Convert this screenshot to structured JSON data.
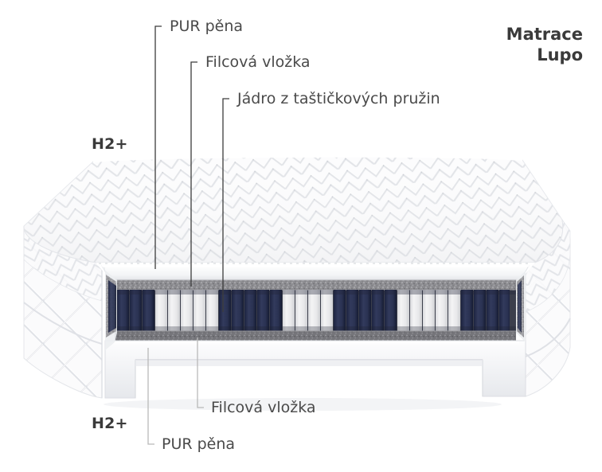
{
  "product": {
    "title_line1": "Matrace",
    "title_line2": "Lupo"
  },
  "firmness": {
    "top_label": "H2+",
    "bottom_label": "H2+"
  },
  "callouts": {
    "top": [
      {
        "id": "pur-foam-top",
        "label": "PUR pěna"
      },
      {
        "id": "felt-top",
        "label": "Filcová vložka"
      },
      {
        "id": "pocket-spring-core",
        "label": "Jádro z taštičkových pružin"
      }
    ],
    "bottom": [
      {
        "id": "felt-bottom",
        "label": "Filcová vložka"
      },
      {
        "id": "pur-foam-bottom",
        "label": "PUR pěna"
      }
    ]
  },
  "colors": {
    "background": "#ffffff",
    "text": "#4a4a4a",
    "title_text": "#3a3a3a",
    "leader_line": "#3c3c3c",
    "leader_line_light": "#b9b9b9",
    "spring_navy": "#2a3252",
    "spring_white": "#e9e9ea",
    "felt_gray": "#8e8e92",
    "foam_white": "#f2f3f5",
    "cover_white": "#fbfbfc"
  },
  "chart_data": {
    "type": "diagram",
    "title": "Matrace Lupo — řez matrací",
    "layers_top_to_bottom": [
      "Quilted cover (herringbone)",
      "PUR pěna",
      "Filcová vložka",
      "Jádro z taštičkových pružin",
      "Filcová vložka",
      "PUR pěna"
    ],
    "spring_groups": [
      {
        "color": "navy",
        "count": 3
      },
      {
        "color": "white",
        "count": 5
      },
      {
        "color": "navy",
        "count": 5
      },
      {
        "color": "white",
        "count": 4
      },
      {
        "color": "navy",
        "count": 5
      },
      {
        "color": "white",
        "count": 5
      },
      {
        "color": "navy",
        "count": 3
      }
    ]
  }
}
